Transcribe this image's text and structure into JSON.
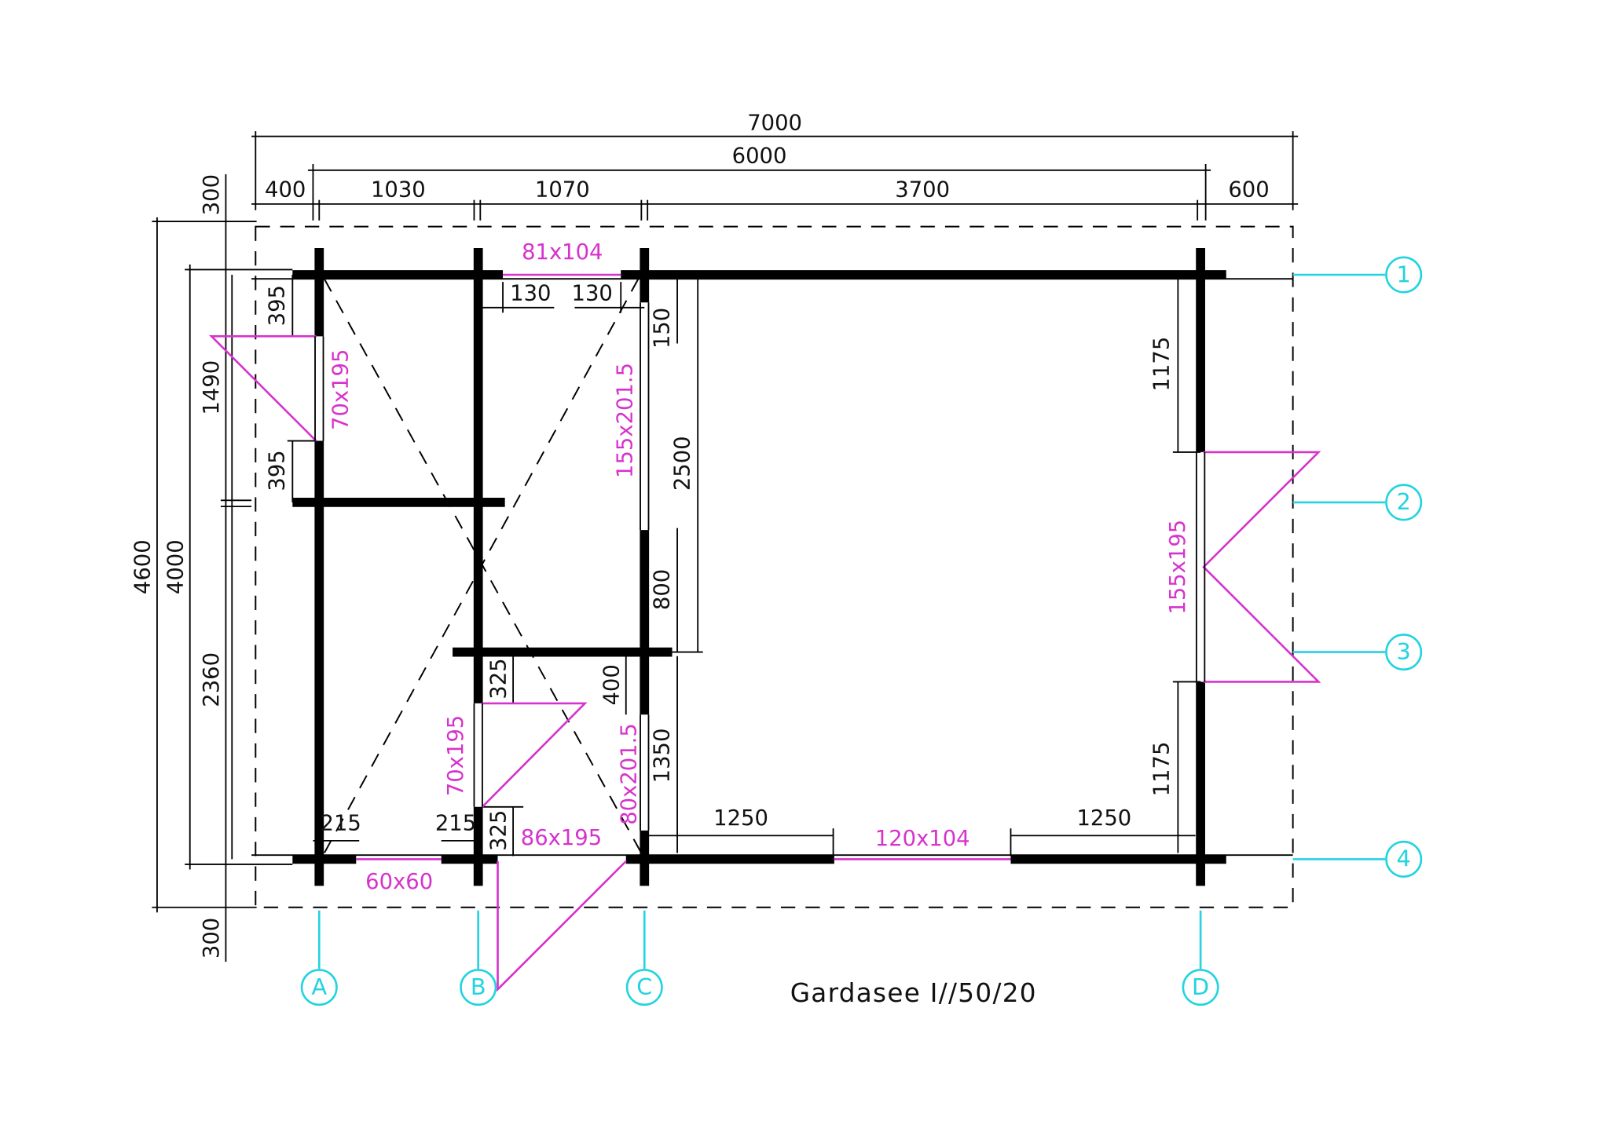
{
  "title": "Gardasee I//50/20",
  "colors": {
    "wall": "#000000",
    "opening": "#d633cc",
    "grid": "#22d3e0"
  },
  "dims": {
    "overall_width": "7000",
    "inner_width": "6000",
    "top": [
      "400",
      "1030",
      "1070",
      "3700",
      "600"
    ],
    "overall_depth": "4600",
    "inner_depth": "4000",
    "left": [
      "1490",
      "2360"
    ],
    "overhang_top": "300",
    "overhang_bottom": "300",
    "side_a": [
      "395",
      "395"
    ],
    "interior": {
      "d130a": "130",
      "d130b": "130",
      "d150": "150",
      "d2500": "2500",
      "d800": "800",
      "d400": "400",
      "d1350": "1350",
      "d325a": "325",
      "d325b": "325",
      "d215a": "215",
      "d215b": "215",
      "d1250a": "1250",
      "d1250b": "1250",
      "d1175a": "1175",
      "d1175b": "1175"
    }
  },
  "openings": [
    "81x104",
    "70x195",
    "155x201.5",
    "155x195",
    "70x195",
    "80x201.5",
    "86x195",
    "60x60",
    "120x104"
  ],
  "grid": {
    "rows": [
      "1",
      "2",
      "3",
      "4"
    ],
    "cols": [
      "A",
      "B",
      "C",
      "D"
    ]
  }
}
